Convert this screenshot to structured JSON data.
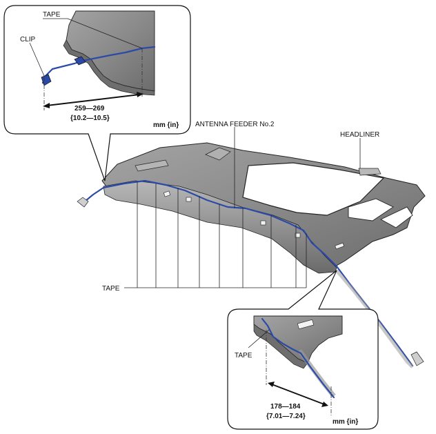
{
  "labels": {
    "tape_top": "TAPE",
    "clip": "CLIP",
    "dim_top_mm": "259—269",
    "dim_top_in": "{10.2—10.5}",
    "unit_top": "mm {in}",
    "antenna_feeder": "ANTENNA FEEDER No.2",
    "headliner": "HEADLINER",
    "tape_main": "TAPE",
    "tape_bottom": "TAPE",
    "dim_bottom_mm": "178—184",
    "dim_bottom_in": "{7.01—7.24}",
    "unit_bottom": "mm {in}"
  },
  "colors": {
    "harness": "#2b4aa8",
    "headliner_fill": "#8e8e8e",
    "headliner_dark": "#5e5e5e",
    "outline": "#111111"
  }
}
